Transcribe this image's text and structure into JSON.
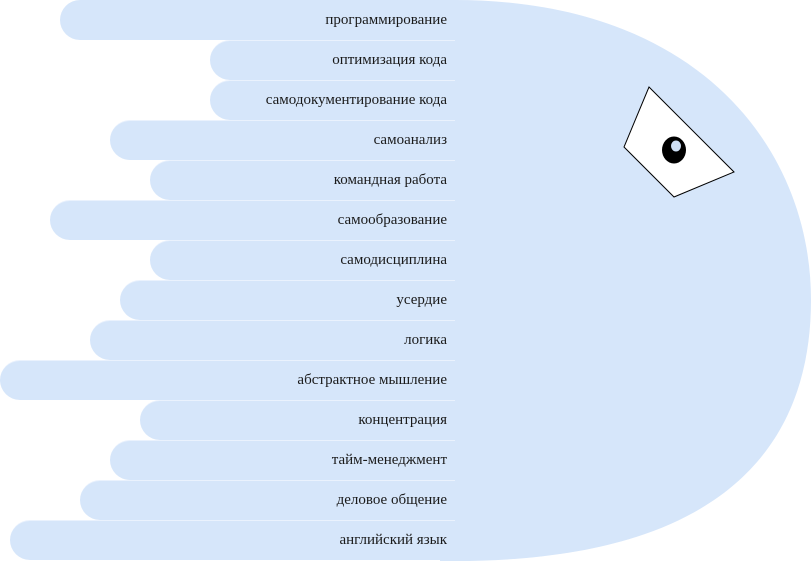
{
  "colors": {
    "fill": "#d6e6fa",
    "separator": "#eaf2fd",
    "text": "#1a1a1a",
    "eye_outline": "#000000",
    "eye_white": "#ffffff",
    "pupil": "#000000"
  },
  "eye": {
    "shape": "eye-icon"
  },
  "skills": [
    {
      "label": "программирование"
    },
    {
      "label": "оптимизация кода"
    },
    {
      "label": "самодокументирование кода"
    },
    {
      "label": "самоанализ"
    },
    {
      "label": "командная работа"
    },
    {
      "label": "самообразование"
    },
    {
      "label": "самодисциплина"
    },
    {
      "label": "усердие"
    },
    {
      "label": "логика"
    },
    {
      "label": "абстрактное мышление"
    },
    {
      "label": "концентрация"
    },
    {
      "label": "тайм-менеджмент"
    },
    {
      "label": "деловое общение"
    },
    {
      "label": "английский язык"
    }
  ]
}
